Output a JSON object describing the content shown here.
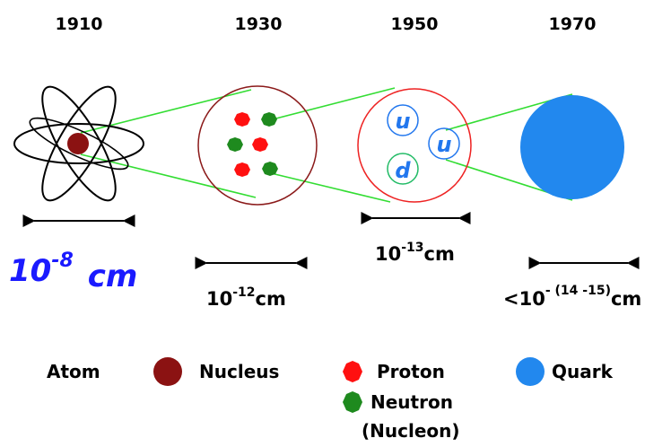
{
  "years": [
    "1910",
    "1930",
    "1950",
    "1970"
  ],
  "scales": {
    "atom": {
      "base": "10",
      "exponent": "-8",
      "unit": "cm"
    },
    "nucleus": {
      "base": "10",
      "exponent": "-12",
      "unit": "cm"
    },
    "nucleon": {
      "base": "10",
      "exponent": "-13",
      "unit": "cm"
    },
    "quark": {
      "prefix": "<",
      "base": "10",
      "exponent": "- (14 -15)",
      "unit": "cm"
    }
  },
  "quark_letters": {
    "top_left": "u",
    "right": "u",
    "bottom": "d"
  },
  "legend": {
    "atom": "Atom",
    "nucleus": "Nucleus",
    "proton": "Proton",
    "quark": "Quark",
    "neutron": "Neutron",
    "nucleon": "(Nucleon)"
  },
  "colors": {
    "nucleus": "#8b1212",
    "proton": "#ff1010",
    "neutron": "#1e8a1e",
    "quark": "#2288ee",
    "zoom_lines": "#33dd33",
    "nucleus_ring": "#8b1a1a",
    "nucleon_ring": "#ee2222",
    "size_label_blue": "#1a1aff"
  }
}
